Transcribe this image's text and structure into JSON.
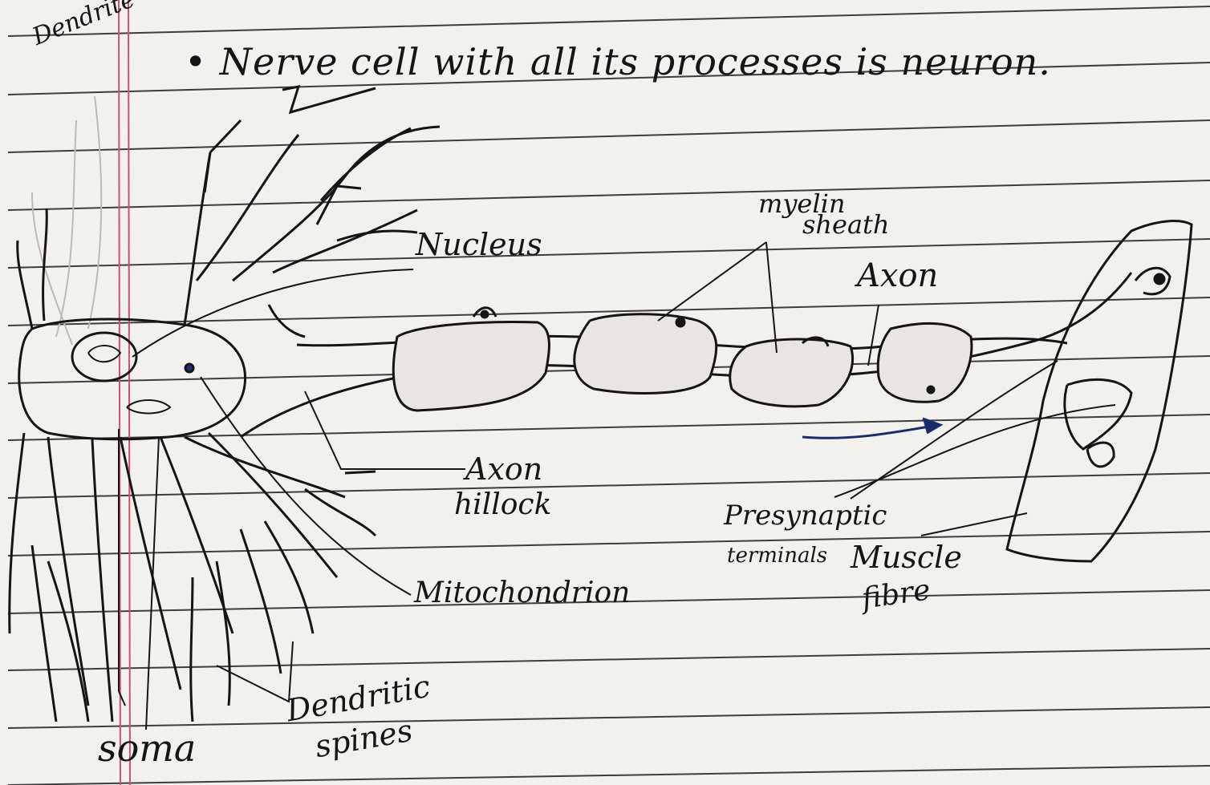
{
  "heading": "• Nerve cell with all its processes is neuron.",
  "labels": {
    "dendrite": "Dendrite",
    "nucleus": "Nucleus",
    "myelin_line1": "myelin",
    "myelin_line2": "sheath",
    "axon": "Axon",
    "axon_hillock_line1": "Axon",
    "axon_hillock_line2": "hillock",
    "presynaptic_line1": "Presynaptic",
    "presynaptic_line2": "terminals",
    "muscle_line1": "Muscle",
    "muscle_line2": "fibre",
    "mitochondrion": "Mitochondrion",
    "soma": "soma",
    "dendritic_line1": "Dendritic",
    "dendritic_line2": "spines"
  },
  "colors": {
    "paper": "#f3f1ee",
    "rule_line": "#2a2a2a",
    "margin_line": "#c9536a",
    "ink": "#151515",
    "arrow_ink": "#1b2a6b"
  }
}
